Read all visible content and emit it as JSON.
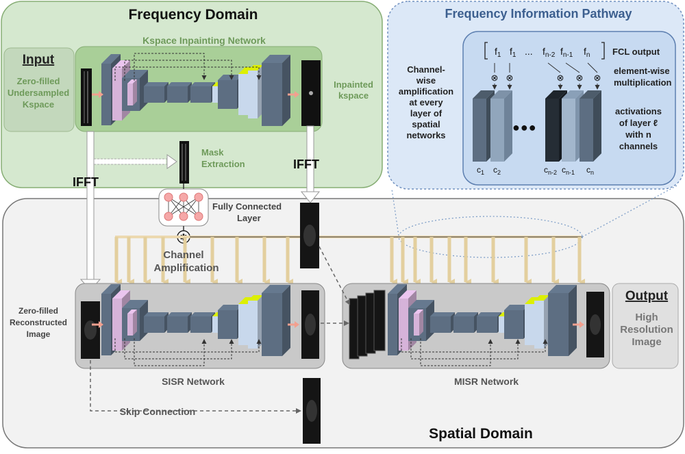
{
  "frequency_domain": {
    "title": "Frequency Domain",
    "network_title": "Kspace Inpainting Network",
    "input_heading": "Input",
    "input_lines": [
      "Zero-filled",
      "Undersampled",
      "Kspace"
    ],
    "inpainted_lines": [
      "Inpainted",
      "kspace"
    ],
    "mask_lines": [
      "Mask",
      "Extraction"
    ],
    "ifft_left": "IFFT",
    "ifft_right": "IFFT"
  },
  "pathway": {
    "title": "Frequency Information Pathway",
    "left_text": [
      "Channel-",
      "wise",
      "amplification",
      "at every",
      "layer of",
      "spatial",
      "networks"
    ],
    "f_labels": [
      "f",
      "f",
      "f",
      "f",
      "f"
    ],
    "f_subs": [
      "1",
      "1",
      "n-2",
      "n-1",
      "n"
    ],
    "ellipsis": "...",
    "fcl_output": "FCL output",
    "elementwise": [
      "element-wise",
      "multiplication"
    ],
    "activation_lines": [
      "activations",
      "of layer ℓ",
      "with n",
      "channels"
    ],
    "channel_labels": [
      "c",
      "c",
      "c",
      "c",
      "c"
    ],
    "channel_subs": [
      "1",
      "2",
      "n-2",
      "n-1",
      "n"
    ],
    "dots": "●●●",
    "otimes": "⊗"
  },
  "fc_layer": {
    "label_lines": [
      "Fully Connected",
      "Layer"
    ],
    "asterisk": "✱"
  },
  "spatial_domain": {
    "title": "Spatial Domain",
    "channel_amp_lines": [
      "Channel",
      "Amplification"
    ],
    "zero_filled_lines": [
      "Zero-filled",
      "Reconstructed",
      "Image"
    ],
    "sisr_label": "SISR Network",
    "misr_label": "MISR Network",
    "skip_label": "Skip Connection",
    "output_heading": "Output",
    "output_lines": [
      "High",
      "Resolution",
      "Image"
    ]
  },
  "colors": {
    "freq_bg": "#d5e8cf",
    "freq_border": "#86ad74",
    "spatial_bg": "#f2f2f2",
    "path_bg": "#dce8f7",
    "net_green": "#a9cf98",
    "net_gray": "#c9c9c9",
    "block_dark": "#5d6e82",
    "block_pink": "#d6b3d9",
    "block_light": "#c8d8ec",
    "beige": "#ecd9b0",
    "green_text": "#6e9a5a",
    "gray_text": "#555555"
  }
}
